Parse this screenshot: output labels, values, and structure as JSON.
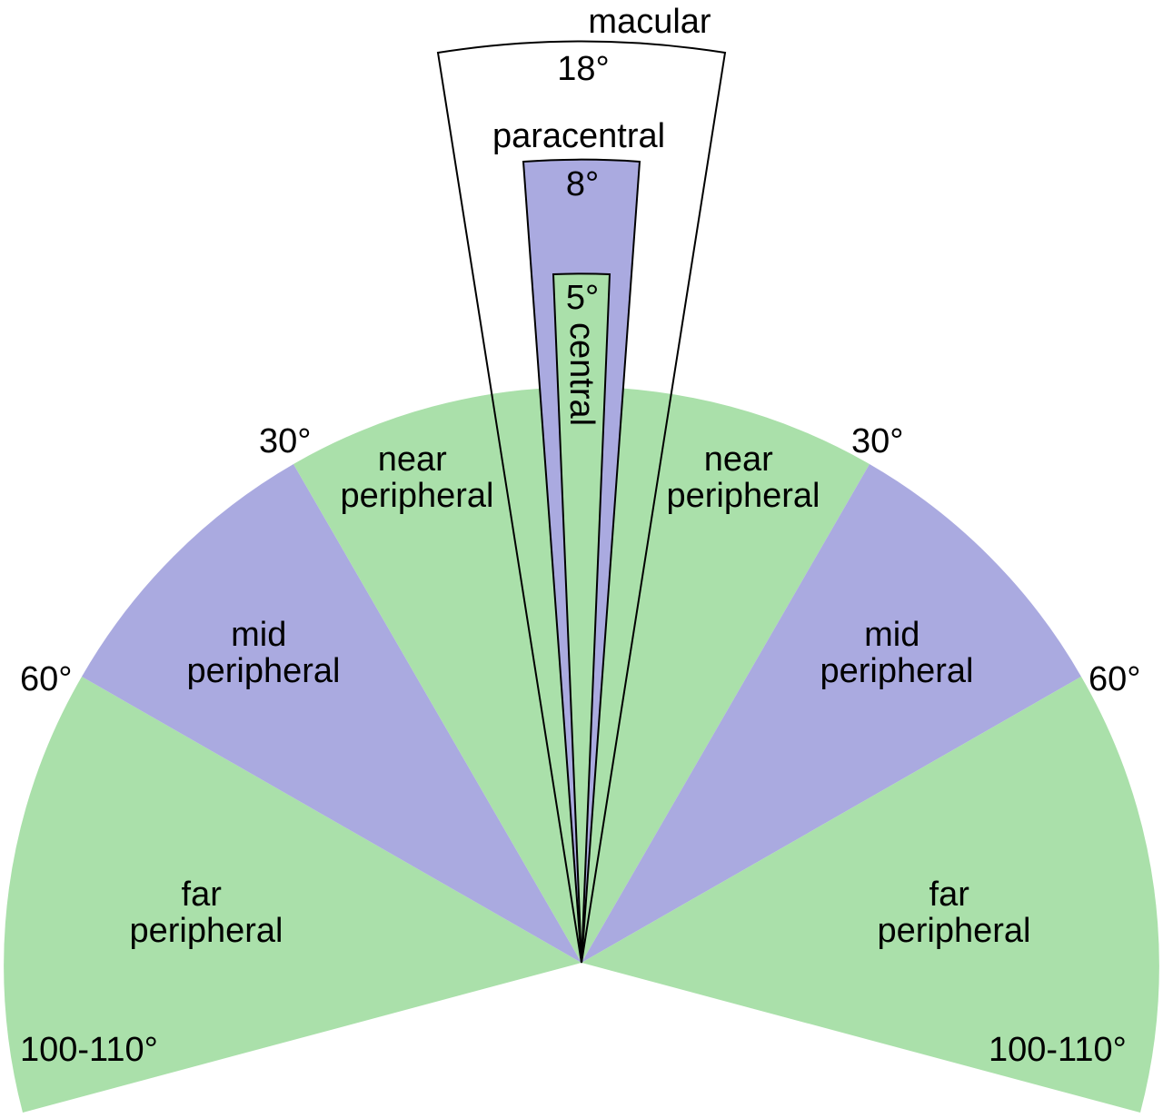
{
  "colors": {
    "green": "#aae0aa",
    "purple": "#aaaae0",
    "white": "#ffffff",
    "stroke": "#000000"
  },
  "regions": {
    "far_left": [
      "far",
      "peripheral"
    ],
    "mid_left": [
      "mid",
      "peripheral"
    ],
    "near_left": [
      "near",
      "peripheral"
    ],
    "near_right": [
      "near",
      "peripheral"
    ],
    "mid_right": [
      "mid",
      "peripheral"
    ],
    "far_right": [
      "far",
      "peripheral"
    ]
  },
  "angles": {
    "left_30": "30°",
    "right_30": "30°",
    "left_60": "60°",
    "right_60": "60°",
    "left_outer": "100-110°",
    "right_outer": "100-110°"
  },
  "macular": {
    "label": "macular",
    "angle": "18°"
  },
  "paracentral": {
    "label": "paracentral",
    "angle": "8°"
  },
  "central": {
    "label": "central",
    "angle": "5°"
  }
}
